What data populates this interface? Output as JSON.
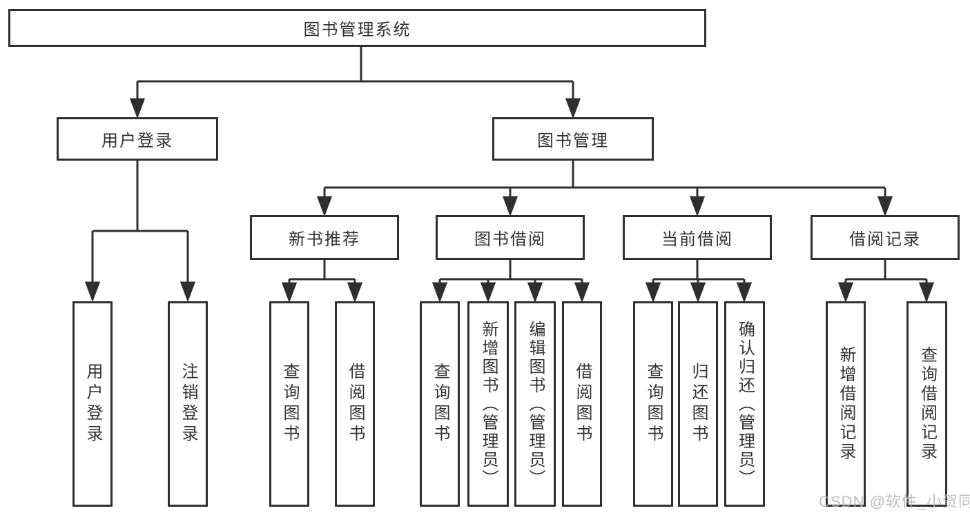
{
  "tree": {
    "label": "图书管理系统",
    "children": [
      {
        "label": "用户登录",
        "children": [
          {
            "label": "用户登录"
          },
          {
            "label": "注销登录"
          }
        ]
      },
      {
        "label": "图书管理",
        "children": [
          {
            "label": "新书推荐",
            "children": [
              {
                "label": "查询图书"
              },
              {
                "label": "借阅图书"
              }
            ]
          },
          {
            "label": "图书借阅",
            "children": [
              {
                "label": "查询图书"
              },
              {
                "label": "新增图书（管理员）"
              },
              {
                "label": "编辑图书（管理员）"
              },
              {
                "label": "借阅图书"
              }
            ]
          },
          {
            "label": "当前借阅",
            "children": [
              {
                "label": "查询图书"
              },
              {
                "label": "归还图书"
              },
              {
                "label": "确认归还（管理员）"
              }
            ]
          },
          {
            "label": "借阅记录",
            "children": [
              {
                "label": "新增借阅记录"
              },
              {
                "label": "查询借阅记录"
              }
            ]
          }
        ]
      }
    ]
  },
  "watermark": {
    "text": "CSDN @软件_小贺同学"
  },
  "colors": {
    "line": "#2f2f2f",
    "text": "#333333",
    "box_background": "#ffffff",
    "watermark": "#b3b3b3"
  }
}
